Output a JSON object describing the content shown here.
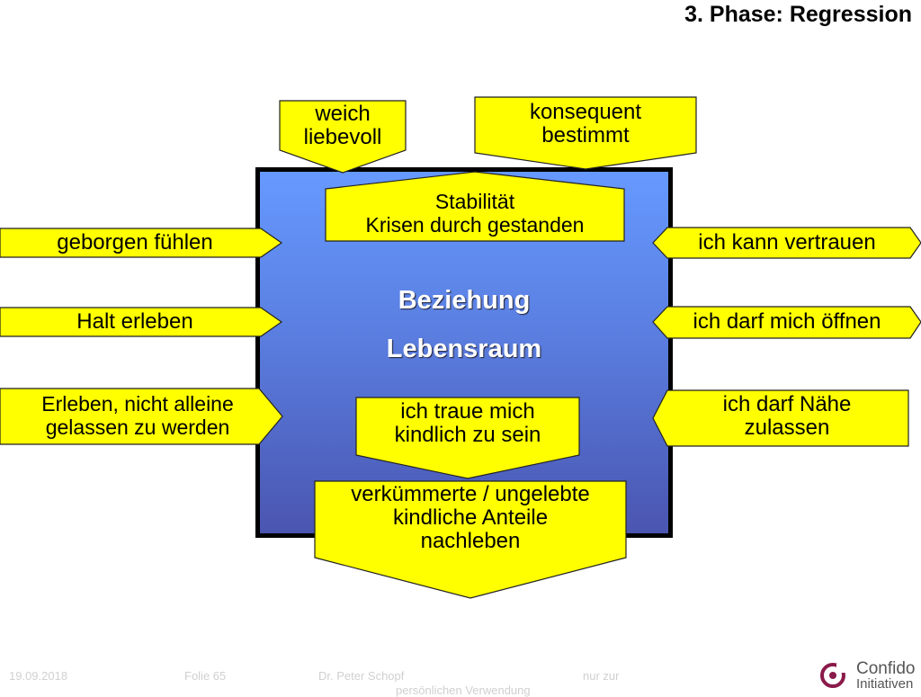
{
  "slide": {
    "title": "3. Phase: Regression"
  },
  "center": {
    "line1": "Beziehung",
    "line2": "Lebensraum"
  },
  "top_left": {
    "text": "weich\nliebevoll"
  },
  "top_right": {
    "text": "konsequent\nbestimmt"
  },
  "stability": {
    "text": "Stabilität\nKrisen durch gestanden"
  },
  "left_arrows": [
    {
      "text": "geborgen fühlen"
    },
    {
      "text": "Halt erleben"
    },
    {
      "text": "Erleben, nicht alleine\ngelassen zu werden"
    }
  ],
  "right_arrows": [
    {
      "text": "ich kann vertrauen"
    },
    {
      "text": "ich darf mich öffnen"
    },
    {
      "text": "ich darf Nähe\nzulassen"
    }
  ],
  "inner_bottom": {
    "text": "ich traue mich\nkindlich zu sein"
  },
  "bottom": {
    "text": "verkümmerte / ungelebte\nkindliche Anteile\nnachleben"
  },
  "footer": {
    "date": "19.09.2018",
    "slide_no": "Folie 65",
    "author": "Dr. Peter Schopf",
    "usage": "nur zur",
    "usage_line2": "persönlichen Verwendung"
  },
  "logo": {
    "line1": "Confido",
    "line2": "Initiativen"
  },
  "colors": {
    "shape_fill": "#ffff00",
    "box_top": "#6699ff",
    "box_bottom": "#4a55b0",
    "logo_accent": "#8a1a4a"
  }
}
